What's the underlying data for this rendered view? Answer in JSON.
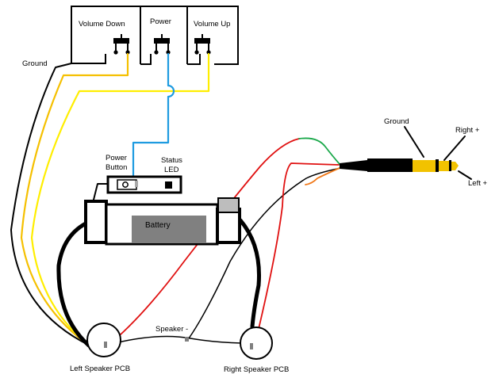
{
  "labels": {
    "volume_down": "Volume Down",
    "power": "Power",
    "volume_up": "Volume Up",
    "ground_left": "Ground",
    "power_button_line1": "Power",
    "power_button_line2": "Button",
    "status_led_line1": "Status",
    "status_led_line2": "LED",
    "battery": "Battery",
    "ground_jack": "Ground",
    "right_plus": "Right +",
    "left_plus": "Left +",
    "speaker_minus": "Speaker -",
    "left_speaker_pcb": "Left Speaker PCB",
    "right_speaker_pcb": "Right Speaker PCB"
  },
  "colors": {
    "ground": "#000000",
    "volume_down_wire": "#f5c000",
    "volume_up_wire": "#ffee00",
    "power_wire": "#1e9be0",
    "red_wire": "#e01010",
    "green_wire": "#1aa84a",
    "orange_wire": "#f07818",
    "battery_fill": "#808080",
    "plug_gold": "#f2c200"
  }
}
